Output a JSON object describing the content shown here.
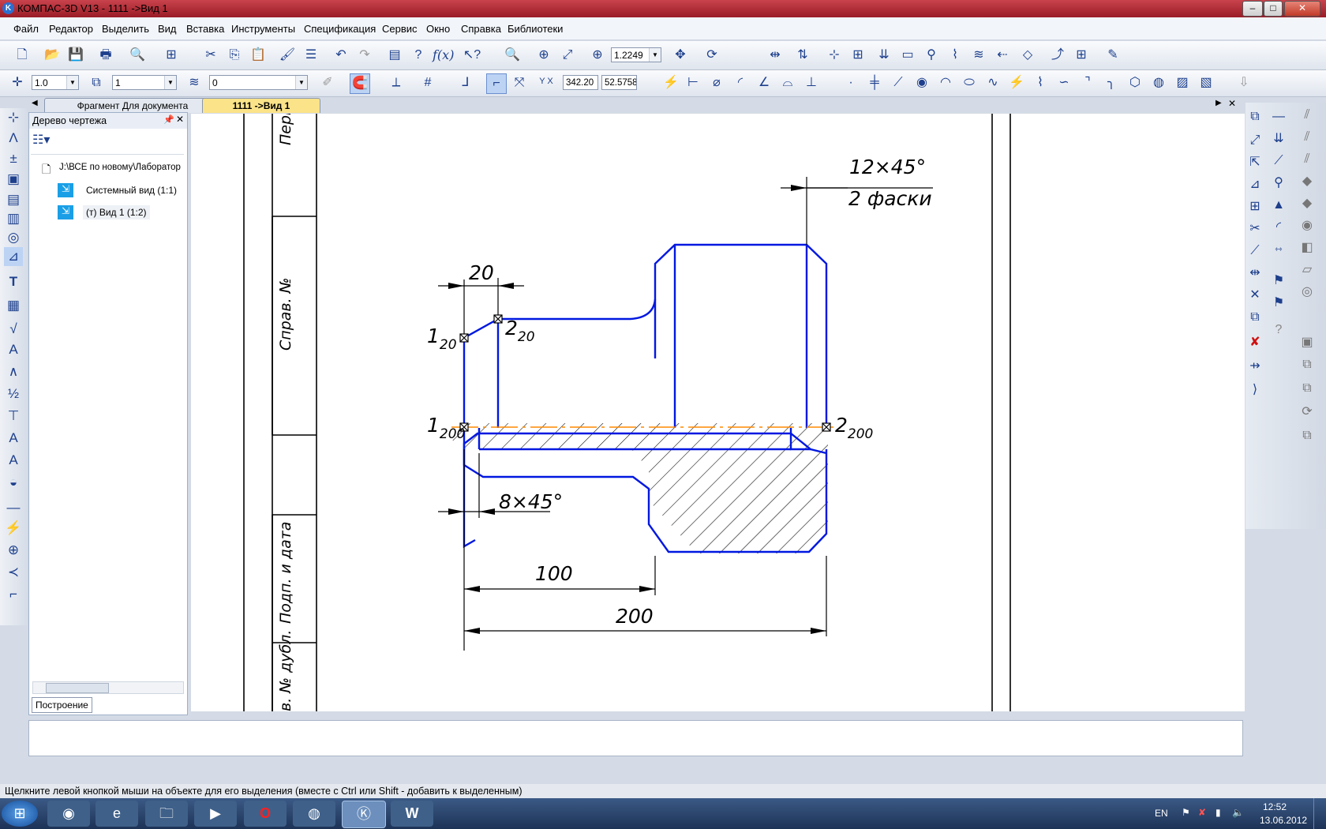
{
  "window": {
    "title": "КОМПАС-3D V13 - 1111 ->Вид 1",
    "min": "–",
    "max": "□",
    "close": "✕"
  },
  "menu": [
    "Файл",
    "Редактор",
    "Выделить",
    "Вид",
    "Вставка",
    "Инструменты",
    "Спецификация",
    "Сервис",
    "Окно",
    "Справка",
    "Библиотеки"
  ],
  "toolbar": {
    "zoom_value": "1.2249"
  },
  "props": {
    "scale_value": "1.0",
    "layer_value": "1",
    "style_value": "0",
    "coord_x": "342.20",
    "coord_y": "52.5758"
  },
  "tabs": [
    {
      "label": "Фрагмент Для документа"
    },
    {
      "label": "1111 ->Вид 1"
    }
  ],
  "tree": {
    "title": "Дерево чертежа",
    "root": "J:\\ВСЕ по новому\\Лаборатор",
    "items": [
      "Системный вид (1:1)",
      "(т) Вид 1 (1:2)"
    ],
    "bottom_tab": "Построение"
  },
  "drawing": {
    "frame_labels": [
      "Перв",
      "Справ. №",
      "Подп. и дата",
      "в. № дубл."
    ],
    "dims": {
      "chamfer_big": "12×45°",
      "chamfer_count": "2 фаски",
      "width_left": "20",
      "chamfer_small": "8×45°",
      "len_100": "100",
      "len_200": "200"
    },
    "points": [
      {
        "main": "1",
        "sub": "20"
      },
      {
        "main": "2",
        "sub": "20"
      },
      {
        "main": "1",
        "sub": "200"
      },
      {
        "main": "2",
        "sub": "200"
      }
    ],
    "colors": {
      "line": "#0018e0",
      "axis": "#ff8a00",
      "text": "#000000"
    }
  },
  "status": {
    "hint": "Щелкните левой кнопкой мыши на объекте для его выделения (вместе с Ctrl или Shift - добавить к выделенным)"
  },
  "taskbar": {
    "lang": "EN",
    "time": "12:52",
    "date": "13.06.2012"
  }
}
